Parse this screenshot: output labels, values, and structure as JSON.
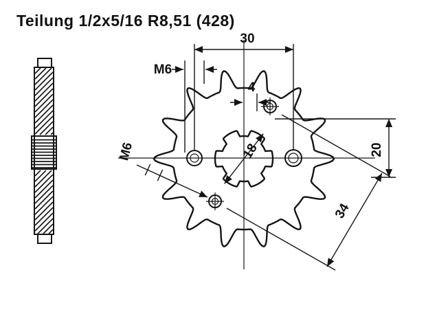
{
  "title": "Teilung 1/2x5/16 R8,51 (428)",
  "drawing": {
    "ink_color": "#141414",
    "background_color": "#ffffff"
  },
  "dimensions": {
    "pitch_spacing": "30",
    "thread_top": "M6",
    "hole_offset": "4",
    "bore_diameter": "18",
    "side_height": "20",
    "diagonal_spacing": "34",
    "thread_left": "M6"
  }
}
